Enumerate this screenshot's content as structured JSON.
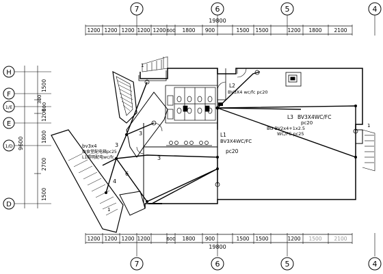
{
  "grid": {
    "top_axes": [
      "7",
      "6",
      "5",
      "4"
    ],
    "bottom_axes": [
      "7",
      "6",
      "5",
      "4"
    ],
    "left_axes": [
      "H",
      "F",
      "1/E",
      "E",
      "1/D",
      "D"
    ]
  },
  "dimensions": {
    "total": "19800",
    "top_segments": [
      "1200",
      "1200",
      "1200",
      "1200",
      "1200",
      "600",
      "1800",
      "900",
      "1500",
      "1500",
      "1200",
      "1800",
      "2100"
    ],
    "bottom_segments": [
      "1200",
      "1200",
      "1200",
      "1200",
      "600",
      "1800",
      "900",
      "1500",
      "1500",
      "1200",
      "1500",
      "2100"
    ],
    "left_total": "9600",
    "left_segments": [
      "1500",
      "300",
      "600",
      "1200",
      "1800",
      "2700",
      "1500"
    ]
  },
  "circuits": {
    "l1_cable": "BV3X4WC/FC",
    "l1_conduit": "pc20",
    "l1_label": "L1",
    "l2_label": "L2",
    "l2_cable": "BV3X4 wc/fc pc20",
    "l3_label": "L3",
    "l3_cable": "BV3X4WC/FC",
    "l3_conduit": "pc20",
    "branch_cable": "BG BV2x4+1x2.5",
    "branch_conduit": "WC/FC pc25",
    "feed_cable": "bv3x4",
    "feed_note_1": "由食堂配电箱pc25",
    "feed_note_2": "L1照明配电wc/fc"
  },
  "wire_counts": [
    "3",
    "3",
    "3",
    "6",
    "4"
  ],
  "markers": [
    "1",
    "1",
    "1"
  ]
}
